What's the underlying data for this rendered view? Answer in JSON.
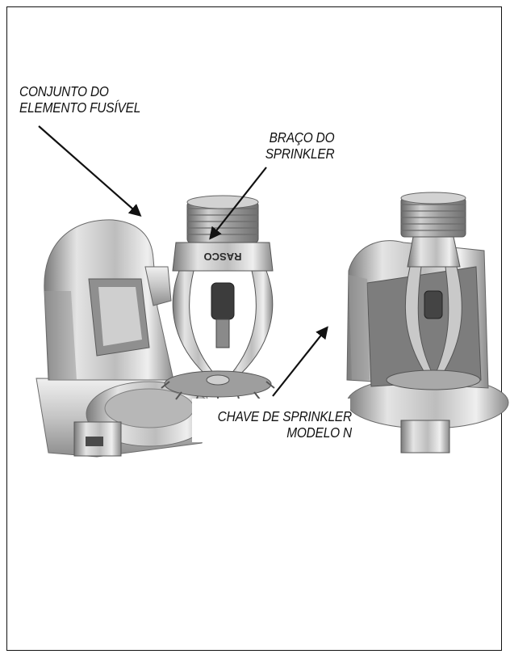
{
  "labels": {
    "fusible_line1": "CONJUNTO DO",
    "fusible_line2": "ELEMENTO FUSÍVEL",
    "arm_line1": "BRAÇO DO",
    "arm_line2": "SPRINKLER",
    "wrench_line1": "CHAVE DE SPRINKLER",
    "wrench_line2": "MODELO N"
  },
  "sprinkler_marking": "RASCO",
  "colors": {
    "border": "#111111",
    "metal_light": "#d9d9d9",
    "metal_mid": "#a6a6a6",
    "metal_dark": "#5e5e5e",
    "text": "#111111"
  }
}
